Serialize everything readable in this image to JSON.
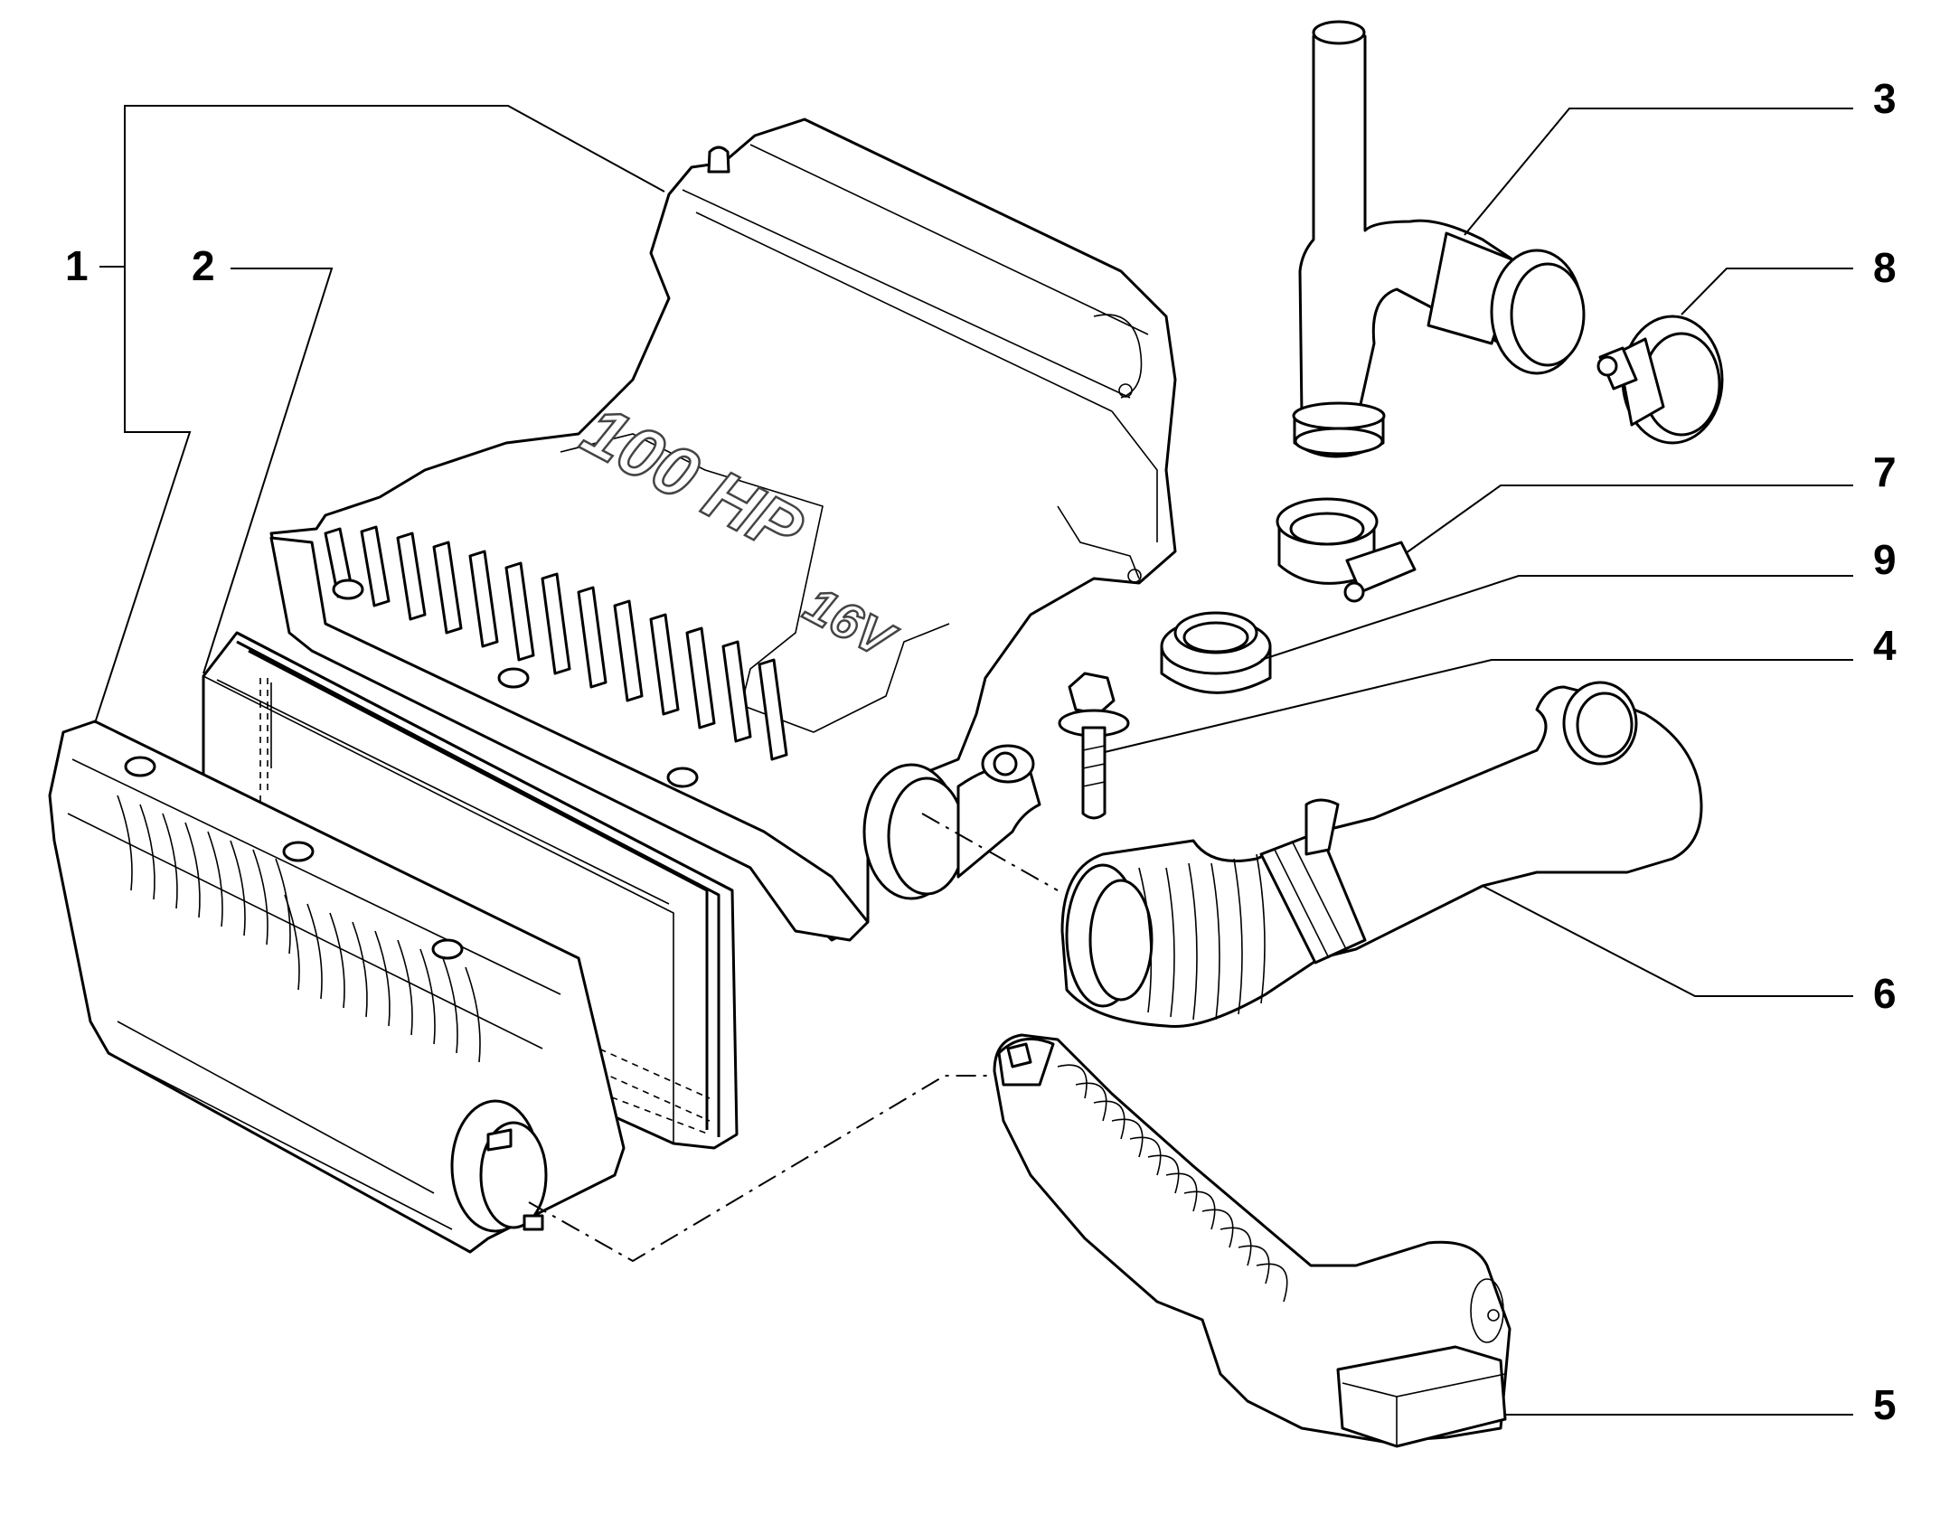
{
  "diagram": {
    "callouts": [
      {
        "id": "1",
        "label": "1"
      },
      {
        "id": "2",
        "label": "2"
      },
      {
        "id": "3",
        "label": "3"
      },
      {
        "id": "4",
        "label": "4"
      },
      {
        "id": "5",
        "label": "5"
      },
      {
        "id": "6",
        "label": "6"
      },
      {
        "id": "7",
        "label": "7"
      },
      {
        "id": "8",
        "label": "8"
      },
      {
        "id": "9",
        "label": "9"
      }
    ],
    "housing_stamp_power": "100 HP",
    "housing_stamp_valves": "16V",
    "colors": {
      "line": "#000000",
      "background": "#ffffff",
      "stamp_outline": "#444444"
    }
  }
}
